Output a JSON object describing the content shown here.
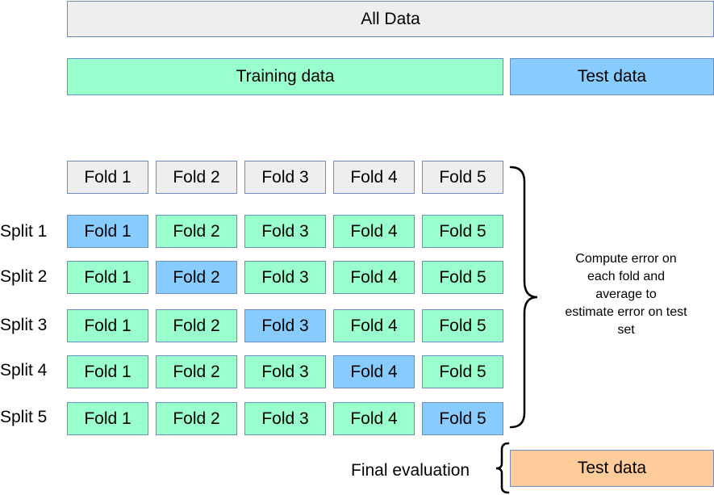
{
  "top": {
    "all_data": "All Data",
    "training_data": "Training data",
    "test_data": "Test data"
  },
  "header_folds": [
    "Fold 1",
    "Fold 2",
    "Fold 3",
    "Fold 4",
    "Fold 5"
  ],
  "splits": [
    {
      "label": "Split 1",
      "folds": [
        "Fold 1",
        "Fold 2",
        "Fold 3",
        "Fold 4",
        "Fold 5"
      ],
      "test_fold": 0
    },
    {
      "label": "Split 2",
      "folds": [
        "Fold 1",
        "Fold 2",
        "Fold 3",
        "Fold 4",
        "Fold 5"
      ],
      "test_fold": 1
    },
    {
      "label": "Split 3",
      "folds": [
        "Fold 1",
        "Fold 2",
        "Fold 3",
        "Fold 4",
        "Fold 5"
      ],
      "test_fold": 2
    },
    {
      "label": "Split 4",
      "folds": [
        "Fold 1",
        "Fold 2",
        "Fold 3",
        "Fold 4",
        "Fold 5"
      ],
      "test_fold": 3
    },
    {
      "label": "Split 5",
      "folds": [
        "Fold 1",
        "Fold 2",
        "Fold 3",
        "Fold 4",
        "Fold 5"
      ],
      "test_fold": 4
    }
  ],
  "note": "Compute error on each fold and average to estimate error on test set",
  "note_lines": [
    "Compute error on",
    "each fold and",
    "average to",
    "estimate error on test",
    "set"
  ],
  "final": {
    "label": "Final evaluation",
    "test_data": "Test data"
  },
  "colors": {
    "gray": "#eeeeee",
    "training": "#99ffcc",
    "validation": "#88ccff",
    "final_test": "#ffcc99",
    "border": "#6c8ebf"
  }
}
